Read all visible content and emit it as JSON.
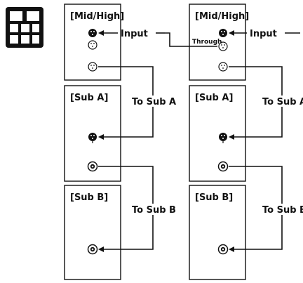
{
  "icon": {
    "name": "speaker-grid-icon"
  },
  "left_column": {
    "mid_high": {
      "title": "[Mid/High]"
    },
    "sub_a": {
      "title": "[Sub A]"
    },
    "sub_b": {
      "title": "[Sub B]"
    },
    "input_label": "Input",
    "to_sub_a_label": "To Sub A",
    "to_sub_b_label": "To Sub B"
  },
  "right_column": {
    "mid_high": {
      "title": "[Mid/High]"
    },
    "sub_a": {
      "title": "[Sub A]"
    },
    "sub_b": {
      "title": "[Sub B]"
    },
    "input_label": "Input",
    "through_label": "Through",
    "to_sub_a_label": "To Sub A",
    "to_sub_b_label": "To Sub B"
  }
}
